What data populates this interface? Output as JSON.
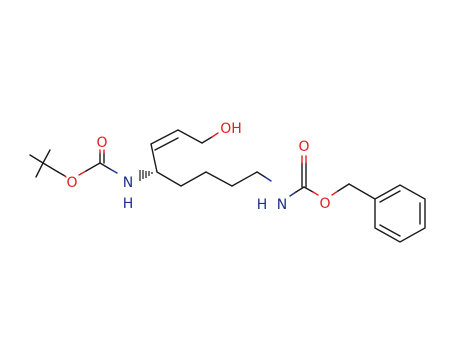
{
  "molecule": {
    "atoms": {
      "boc_carbonyl_o": "O",
      "boc_ester_o": "O",
      "boc_nh": "N",
      "boc_nh_h": "H",
      "hydroxyl": "OH",
      "cbz_nh": "N",
      "cbz_nh_h": "H",
      "cbz_carbonyl_o": "O",
      "cbz_ester_o": "O"
    },
    "colors": {
      "bond": "#1a1a1a",
      "oxygen": "#e02020",
      "nitrogen": "#1f2f8f",
      "background": "#ffffff"
    }
  }
}
